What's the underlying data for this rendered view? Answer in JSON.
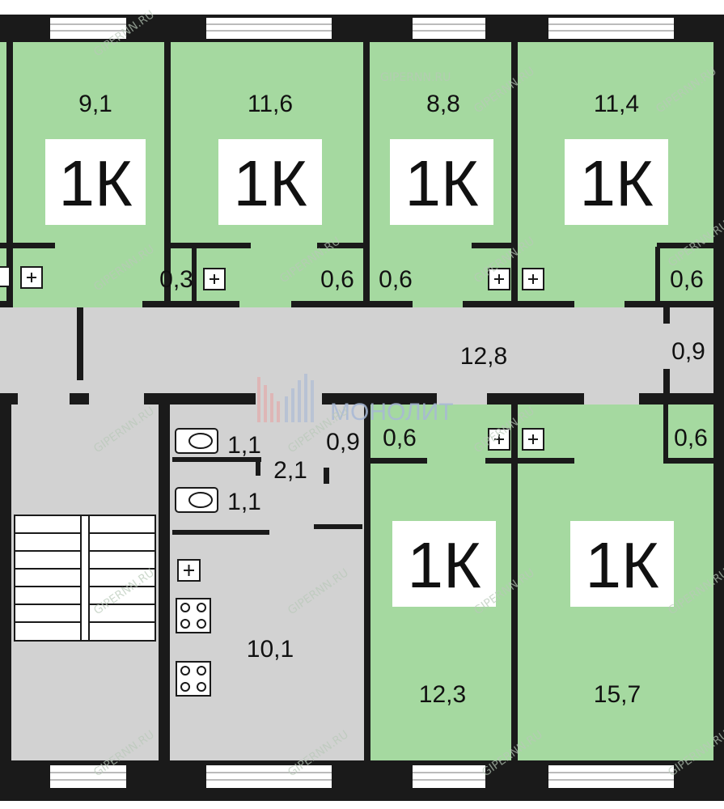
{
  "plan": {
    "rooms": [
      {
        "id": "r1",
        "area": "9,1",
        "label": "1К"
      },
      {
        "id": "r2",
        "area": "11,6",
        "label": "1К"
      },
      {
        "id": "r3",
        "area": "8,8",
        "label": "1К"
      },
      {
        "id": "r4",
        "area": "11,4",
        "label": "1К"
      },
      {
        "id": "r5",
        "area": "12,3",
        "label": "1К"
      },
      {
        "id": "r6",
        "area": "15,7",
        "label": "1К"
      }
    ],
    "small_areas": {
      "closet_a": "0,3",
      "closet_b": "0,6",
      "closet_c": "0,6",
      "closet_d": "0,6",
      "corridor_right_top": "0,9",
      "corridor": "12,8",
      "vest_a": "0,6",
      "vest_b": "0,6",
      "wc_1": "1,1",
      "wc_2": "1,1",
      "wc_hall": "2,1",
      "wc_niche": "0,9",
      "kitchen": "10,1"
    },
    "watermark": "GIPERNN.RU",
    "brand": "МОНОЛИТ",
    "colors": {
      "room_fill": "#a5d9a0",
      "common_fill": "#d2d2d2",
      "wall": "#1a1a1a",
      "window": "#ffffff"
    }
  }
}
